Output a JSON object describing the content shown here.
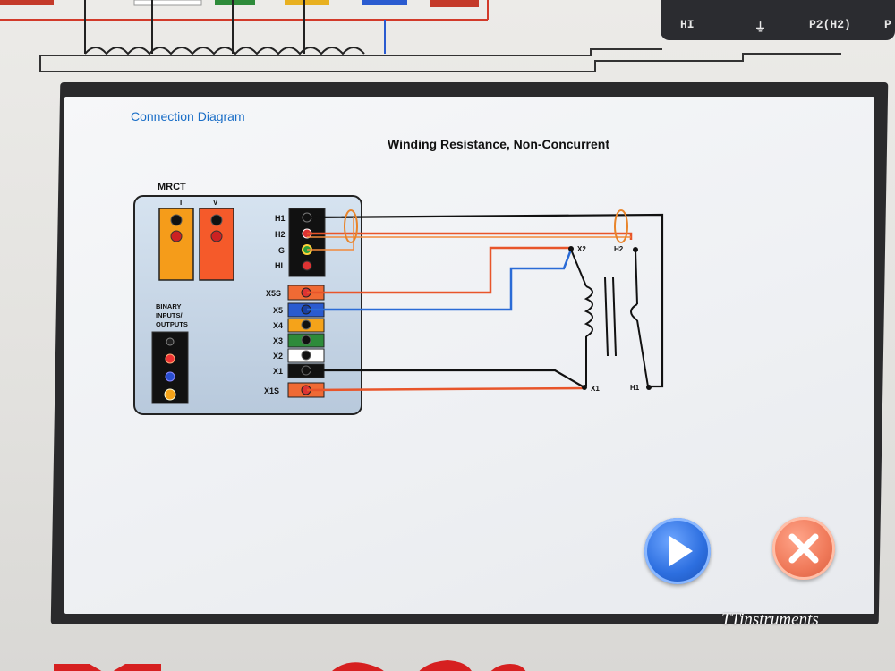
{
  "device": {
    "terminals": [
      "HI",
      "⏚",
      "P2(H2)",
      "P"
    ],
    "watermark": "TTinstruments"
  },
  "screen": {
    "title": "Connection Diagram",
    "diagram_title": "Winding Resistance, Non-Concurrent"
  },
  "diagram": {
    "mrct_label": "MRCT",
    "channel_labels": [
      "I",
      "V"
    ],
    "lead_labels": [
      "H1",
      "H2",
      "G",
      "HI"
    ],
    "binary_label_lines": [
      "BINARY",
      "INPUTS/",
      "OUTPUTS"
    ],
    "tap_labels": [
      "X5S",
      "X5",
      "X4",
      "X3",
      "X2",
      "X1",
      "X1S"
    ],
    "transformer_labels": {
      "x2": "X2",
      "h2": "H2",
      "x1": "X1",
      "h1": "H1"
    }
  },
  "buttons": {
    "next": "next",
    "close": "close"
  },
  "colors": {
    "screen_title": "#1a6ec7",
    "next_button": "#2d6fe0",
    "close_button": "#f07a5a",
    "orange_lead": "#ff7a3c",
    "blue_lead": "#2a6bd6"
  }
}
